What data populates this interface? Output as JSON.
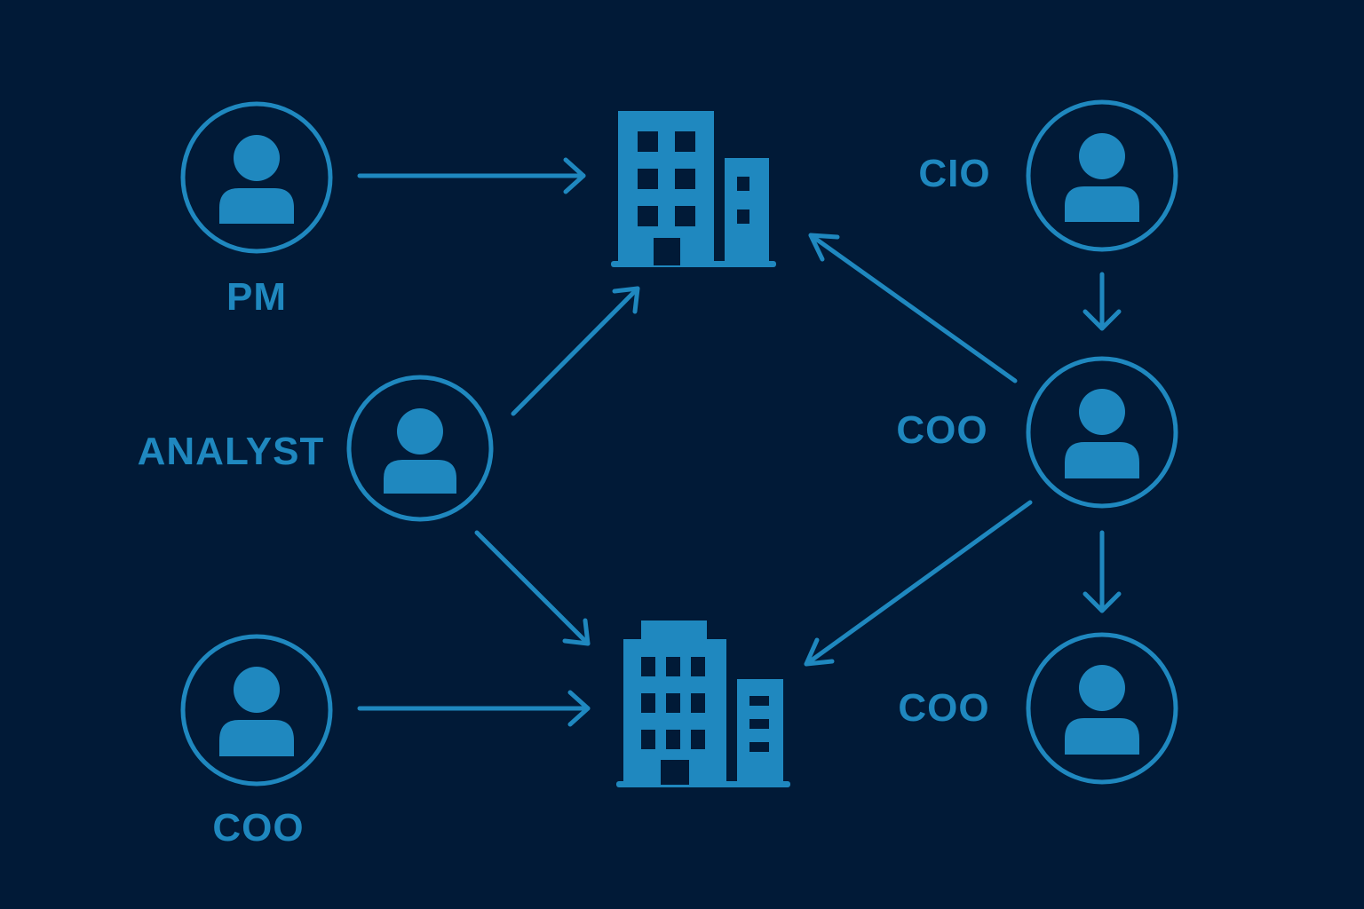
{
  "colors": {
    "background": "#011a37",
    "accent": "#1f88bf"
  },
  "nodes": [
    {
      "id": "pm",
      "label": "PM",
      "icon": "person-icon"
    },
    {
      "id": "analyst",
      "label": "ANALYST",
      "icon": "person-icon"
    },
    {
      "id": "coo_left",
      "label": "COO",
      "icon": "person-icon"
    },
    {
      "id": "cio",
      "label": "CIO",
      "icon": "person-icon"
    },
    {
      "id": "coo_mid",
      "label": "COO",
      "icon": "person-icon"
    },
    {
      "id": "coo_bot",
      "label": "COO",
      "icon": "person-icon"
    },
    {
      "id": "company_top",
      "label": "",
      "icon": "building-icon"
    },
    {
      "id": "company_bottom",
      "label": "",
      "icon": "building-icon"
    }
  ],
  "edges": [
    {
      "from": "pm",
      "to": "company_top"
    },
    {
      "from": "analyst",
      "to": "company_top"
    },
    {
      "from": "analyst",
      "to": "company_bottom"
    },
    {
      "from": "coo_left",
      "to": "company_bottom"
    },
    {
      "from": "coo_mid",
      "to": "company_top"
    },
    {
      "from": "coo_mid",
      "to": "company_bottom"
    },
    {
      "from": "cio",
      "to": "coo_mid"
    },
    {
      "from": "coo_mid",
      "to": "coo_bot"
    }
  ]
}
